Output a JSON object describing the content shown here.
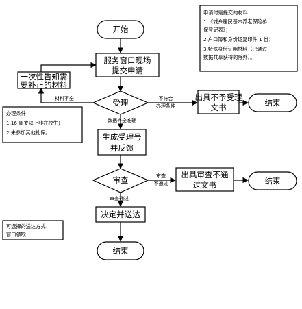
{
  "nodes": {
    "start": "开始",
    "submit_line1": "服务窗口现场",
    "submit_line2": "提交申请",
    "notify_line1": "一次性告知需",
    "notify_line2": "要补正的材料",
    "accept": "受理",
    "reject_line1": "出具不予受理",
    "reject_line2": "文书",
    "end1": "结束",
    "gen_line1": "生成受理号",
    "gen_line2": "并反馈",
    "review": "审查",
    "fail_line1": "出具审查不通",
    "fail_line2": "过文书",
    "end2": "结束",
    "decide": "决定并送达",
    "end3": "结束"
  },
  "labels": {
    "incomplete": "材料不全",
    "not_meet_1": "不符合",
    "not_meet_2": "办理条件",
    "complete": "数据齐全准确",
    "review_fail_1": "审查",
    "review_fail_2": "不通过",
    "review_pass": "审查通过"
  },
  "notes": {
    "materials": [
      "申请时需提交的材料：",
      "1.《城乡居民基本养老保险参",
      "保登记表》；",
      "2.户口簿和身份证复印件 1 份；",
      "3.特殊身份证明材料（已通过",
      "数据共享获得的除外）。"
    ],
    "conditions": [
      "办理条件：",
      "1.16 周岁以上非在校生；",
      "2.未参加其他社保。"
    ],
    "delivery": [
      "可选择的送达方式：",
      "窗口领取"
    ]
  }
}
